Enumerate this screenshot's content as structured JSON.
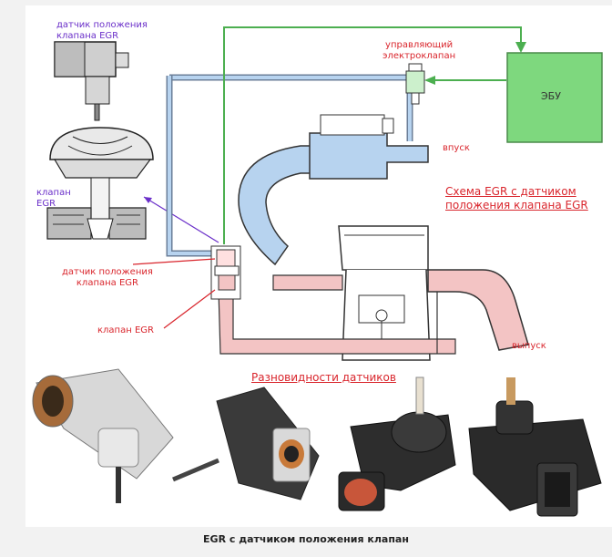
{
  "labels": {
    "sensor_top": "датчик положения\nклапана EGR",
    "valve_left": "клапан\nEGR",
    "control_valve": "управляющий\nэлектроклапан",
    "ecu": "ЭБУ",
    "intake": "впуск",
    "exhaust": "выпуск",
    "scheme_title": "Схема EGR с датчиком\nположения клапана EGR",
    "sensor_mid": "датчик положения\nклапана EGR",
    "valve_mid": "клапан EGR",
    "variants": "Разновидности датчиков"
  },
  "caption": "EGR с датчиком положения клапан",
  "colors": {
    "green": "#4caf50",
    "ecu_fill": "#7ed87e",
    "blue_pipe": "#b7d3ef",
    "pink_pipe": "#f3c4c4",
    "red_text": "#d9252c",
    "violet_text": "#6a2fc9"
  }
}
